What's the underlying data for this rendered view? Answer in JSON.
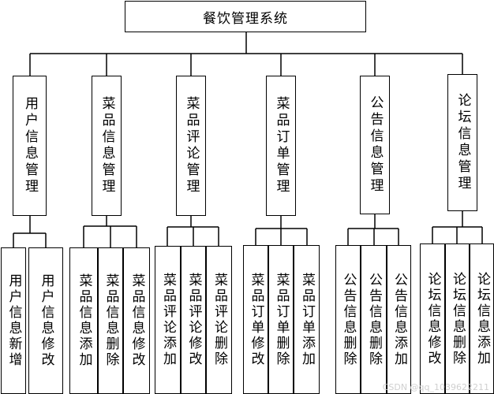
{
  "root": {
    "label": "餐饮管理系统"
  },
  "modules": [
    {
      "label": "用户信息管理",
      "children": [
        "用户信息新增",
        "用户信息修改"
      ]
    },
    {
      "label": "菜品信息管理",
      "children": [
        "菜品信息添加",
        "菜品信息删除",
        "菜品信息修改"
      ]
    },
    {
      "label": "菜品评论管理",
      "children": [
        "菜品评论添加",
        "菜品评论修改",
        "菜品评论删除"
      ]
    },
    {
      "label": "菜品订单管理",
      "children": [
        "菜品订单修改",
        "菜品订单删除",
        "菜品订单添加"
      ]
    },
    {
      "label": "公告信息管理",
      "children": [
        "公告信息删除",
        "公告信息删除",
        "公告信息添加"
      ]
    },
    {
      "label": "论坛信息管理",
      "children": [
        "论坛信息修改",
        "论坛信息删除",
        "论坛信息添加"
      ]
    }
  ],
  "watermark": "CSDN @qq_1039622211"
}
